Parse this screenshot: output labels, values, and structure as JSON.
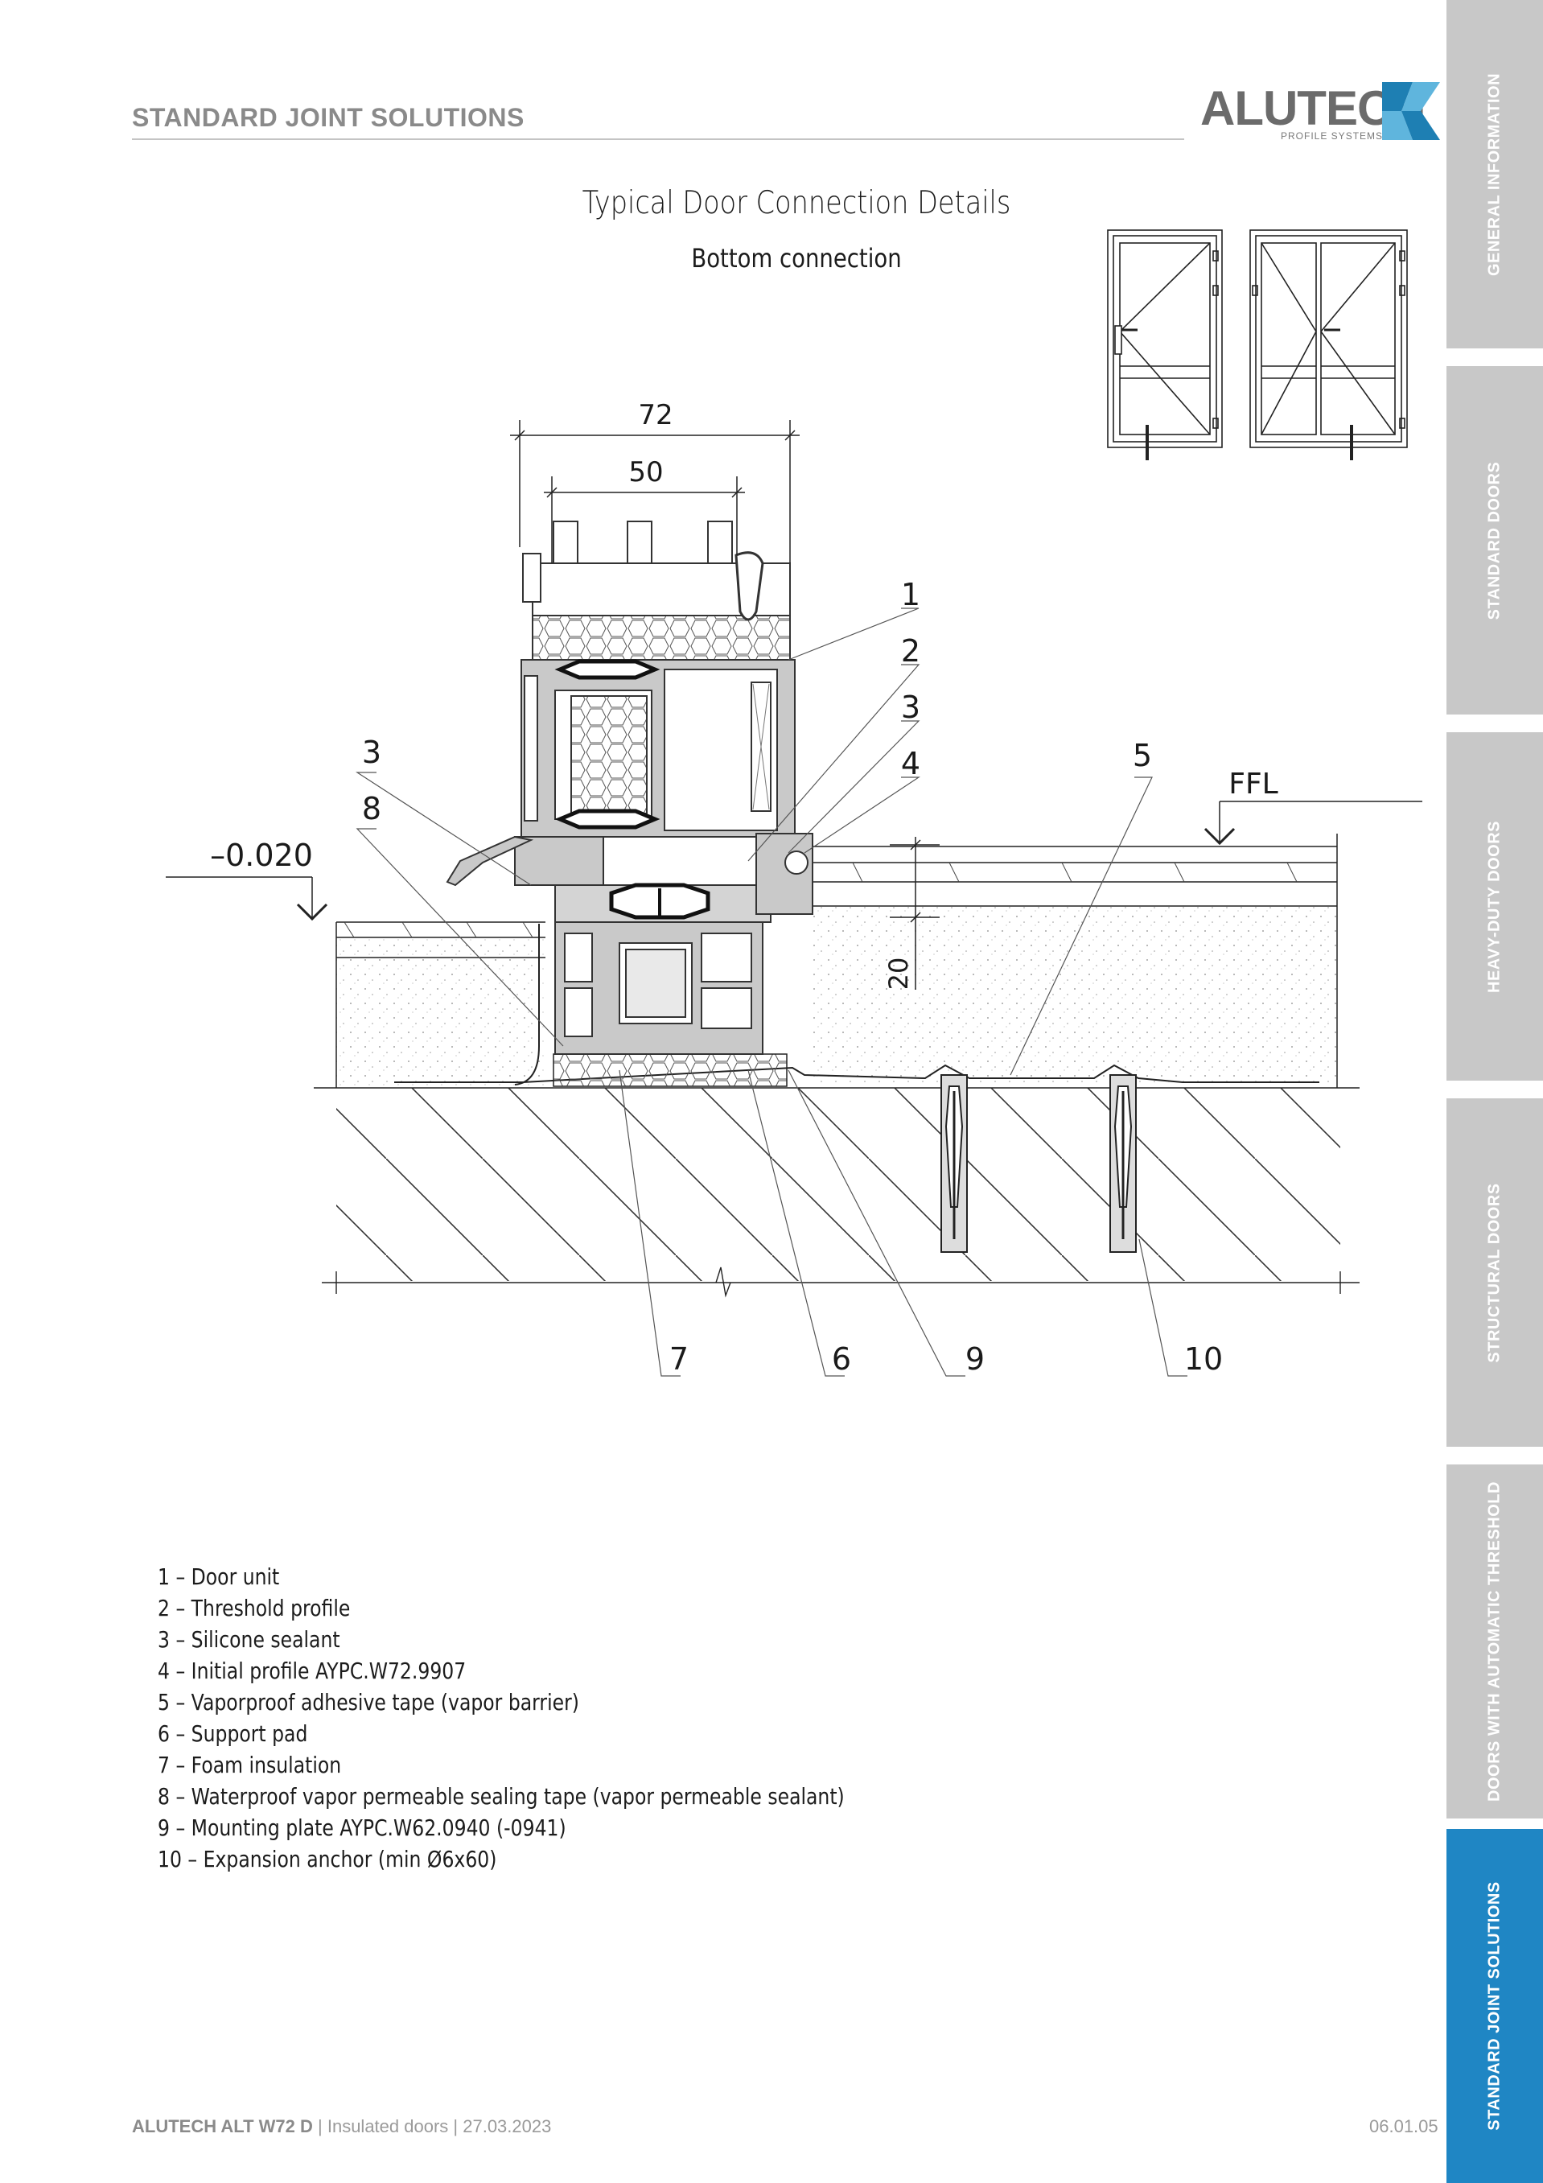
{
  "header": {
    "section_title": "STANDARD JOINT SOLUTIONS",
    "logo": {
      "name": "ALUTECH",
      "tagline": "PROFILE SYSTEMS",
      "colors": {
        "dark": "#1e7fb3",
        "light": "#5fb5dd",
        "text": "#6b6b6b"
      }
    }
  },
  "document": {
    "title": "Typical Door Connection Details",
    "subtitle": "Bottom connection"
  },
  "drawing": {
    "dimensions": {
      "overall": "72",
      "inner": "50",
      "height": "20"
    },
    "levels": {
      "outside": "–0.020",
      "floor": "FFL"
    },
    "callouts": [
      "1",
      "2",
      "3",
      "4",
      "5",
      "3",
      "8",
      "7",
      "6",
      "9",
      "10"
    ]
  },
  "legend": [
    "1 – Door unit",
    "2 – Threshold profile",
    "3 – Silicone sealant",
    "4 – Initial profile AYPC.W72.9907",
    "5 – Vaporproof adhesive tape (vapor barrier)",
    "6 – Support pad",
    "7 – Foam insulation",
    "8 – Waterproof vapor permeable sealing tape (vapor permeable sealant)",
    "9 – Mounting plate AYPC.W62.0940 (-0941)",
    "10 – Expansion anchor (min Ø6x60)"
  ],
  "footer": {
    "product": "ALUTECH ALT W72 D",
    "separator": " | ",
    "category": "Insulated doors",
    "date": "27.03.2023",
    "page_code": "06.01.05"
  },
  "sidebar": {
    "tabs": [
      {
        "label": "GENERAL INFORMATION",
        "active": false
      },
      {
        "label": "STANDARD DOORS",
        "active": false
      },
      {
        "label": "HEAVY-DUTY DOORS",
        "active": false
      },
      {
        "label": "STRUCTURAL DOORS",
        "active": false
      },
      {
        "label": "DOORS WITH AUTOMATIC THRESHOLD",
        "active": false
      },
      {
        "label": "STANDARD JOINT SOLUTIONS",
        "active": true
      }
    ],
    "colors": {
      "inactive": "#c8c8c8",
      "active": "#1f86c4"
    }
  }
}
